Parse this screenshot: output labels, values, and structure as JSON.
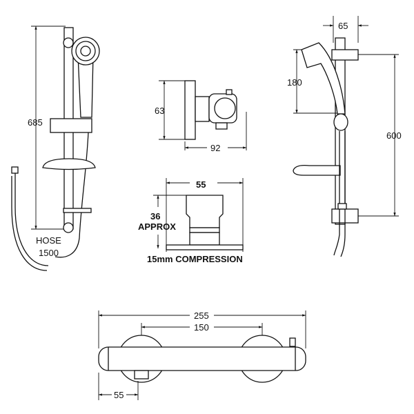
{
  "left_view": {
    "height_label": "685",
    "hose_label": "HOSE",
    "hose_length": "1500"
  },
  "valve_side_view": {
    "height_label": "63",
    "depth_label": "92"
  },
  "outlet_view": {
    "width_label": "55",
    "height_label": "36",
    "height_note": "APPROX",
    "connection_label": "15mm COMPRESSION"
  },
  "right_view": {
    "width_label": "65",
    "handset_label": "180",
    "rail_label": "600"
  },
  "bottom_view": {
    "overall_label": "255",
    "centres_label": "150",
    "offset_label": "55"
  }
}
